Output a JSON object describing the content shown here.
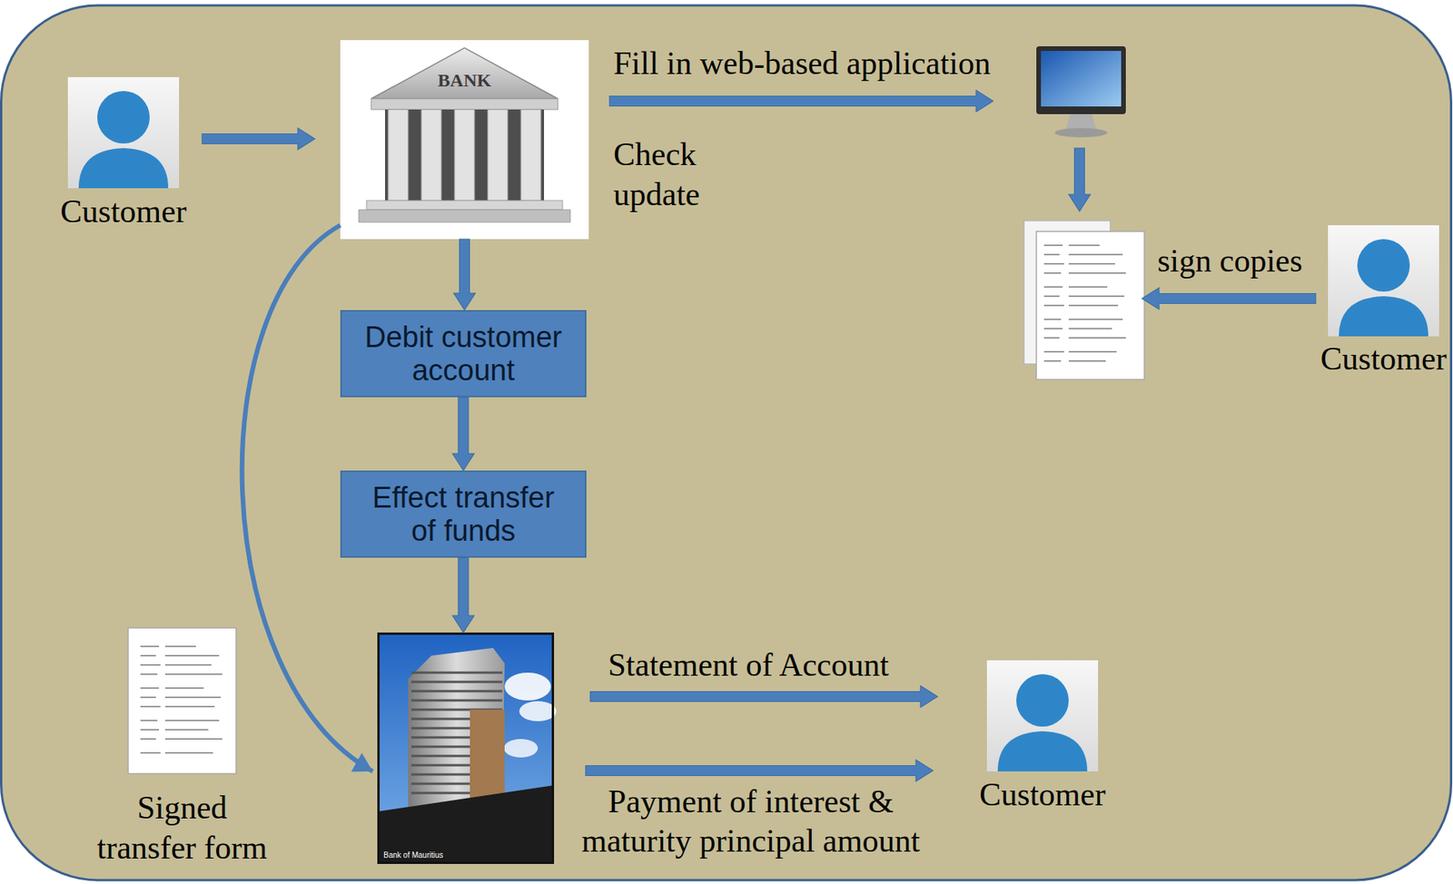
{
  "diagram": {
    "nodes": [
      {
        "text": [
          "Customer"
        ]
      },
      {
        "text": [
          "BANK"
        ]
      },
      {
        "text": []
      },
      {
        "text": []
      },
      {
        "text": [
          "Customer"
        ]
      },
      {
        "text": [
          "Debit customer account"
        ]
      },
      {
        "text": [
          "Effect transfer of funds"
        ]
      },
      {
        "text": [
          "Signed transfer form"
        ]
      },
      {
        "text": [
          "Bank of Mauritius"
        ]
      },
      {
        "text": [
          "Customer"
        ]
      }
    ],
    "edges": [
      {
        "from": 0,
        "to": 1,
        "arrow": "to"
      },
      {
        "from": 1,
        "to": 2,
        "label": "Fill in web-based application",
        "arrow": "to"
      },
      {
        "from": 2,
        "to": 3,
        "arrow": "to"
      },
      {
        "from": 4,
        "to": 3,
        "label": "sign copies",
        "arrow": "to"
      },
      {
        "from": 1,
        "to": 5,
        "arrow": "to"
      },
      {
        "from": 5,
        "to": 6,
        "arrow": "to"
      },
      {
        "from": 6,
        "to": 8,
        "arrow": "to"
      },
      {
        "from": 1,
        "to": 8,
        "arrow": "to"
      },
      {
        "from": 8,
        "to": 9,
        "label": "Statement of Account",
        "arrow": "to"
      },
      {
        "from": 8,
        "to": 9,
        "label": "Payment of interest & maturity principal amount",
        "arrow": "to"
      }
    ],
    "labels": [
      "Check update"
    ]
  }
}
